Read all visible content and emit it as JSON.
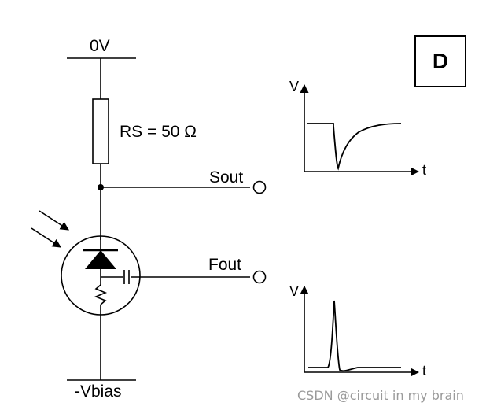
{
  "panel_tag": "D",
  "supply_label": "0V",
  "resistor_label": "RS = 50 Ω",
  "slow_output_label": "Sout",
  "fast_output_label": "Fout",
  "bias_label": "-Vbias",
  "graph_top": {
    "y_axis_label": "V",
    "x_axis_label": "t"
  },
  "graph_bottom": {
    "y_axis_label": "V",
    "x_axis_label": "t"
  },
  "watermark": "CSDN @circuit in my brain"
}
